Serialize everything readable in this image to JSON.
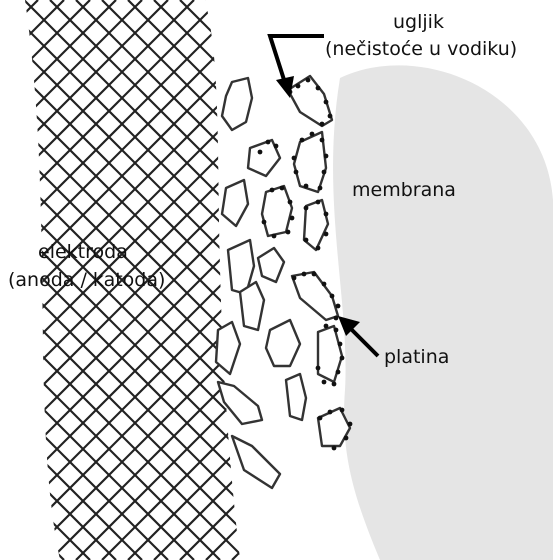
{
  "diagram": {
    "labels": {
      "carbon_line1": "ugljik",
      "carbon_line2": "(nečistoće u vodiku)",
      "membrane": "membrana",
      "electrode_line1": "elektroda",
      "electrode_line2": "(anoda / katoda)",
      "platinum": "platina"
    },
    "colors": {
      "background": "#ffffff",
      "membrane": "#e5e5e5",
      "mesh": "#222222",
      "particle_outline": "#333333",
      "platinum_dots": "#111111",
      "arrow": "#000000",
      "text": "#111111"
    },
    "icons": {
      "carbon_pointer": "bent-arrow-down-icon",
      "platinum_pointer": "arrow-up-left-icon"
    }
  }
}
